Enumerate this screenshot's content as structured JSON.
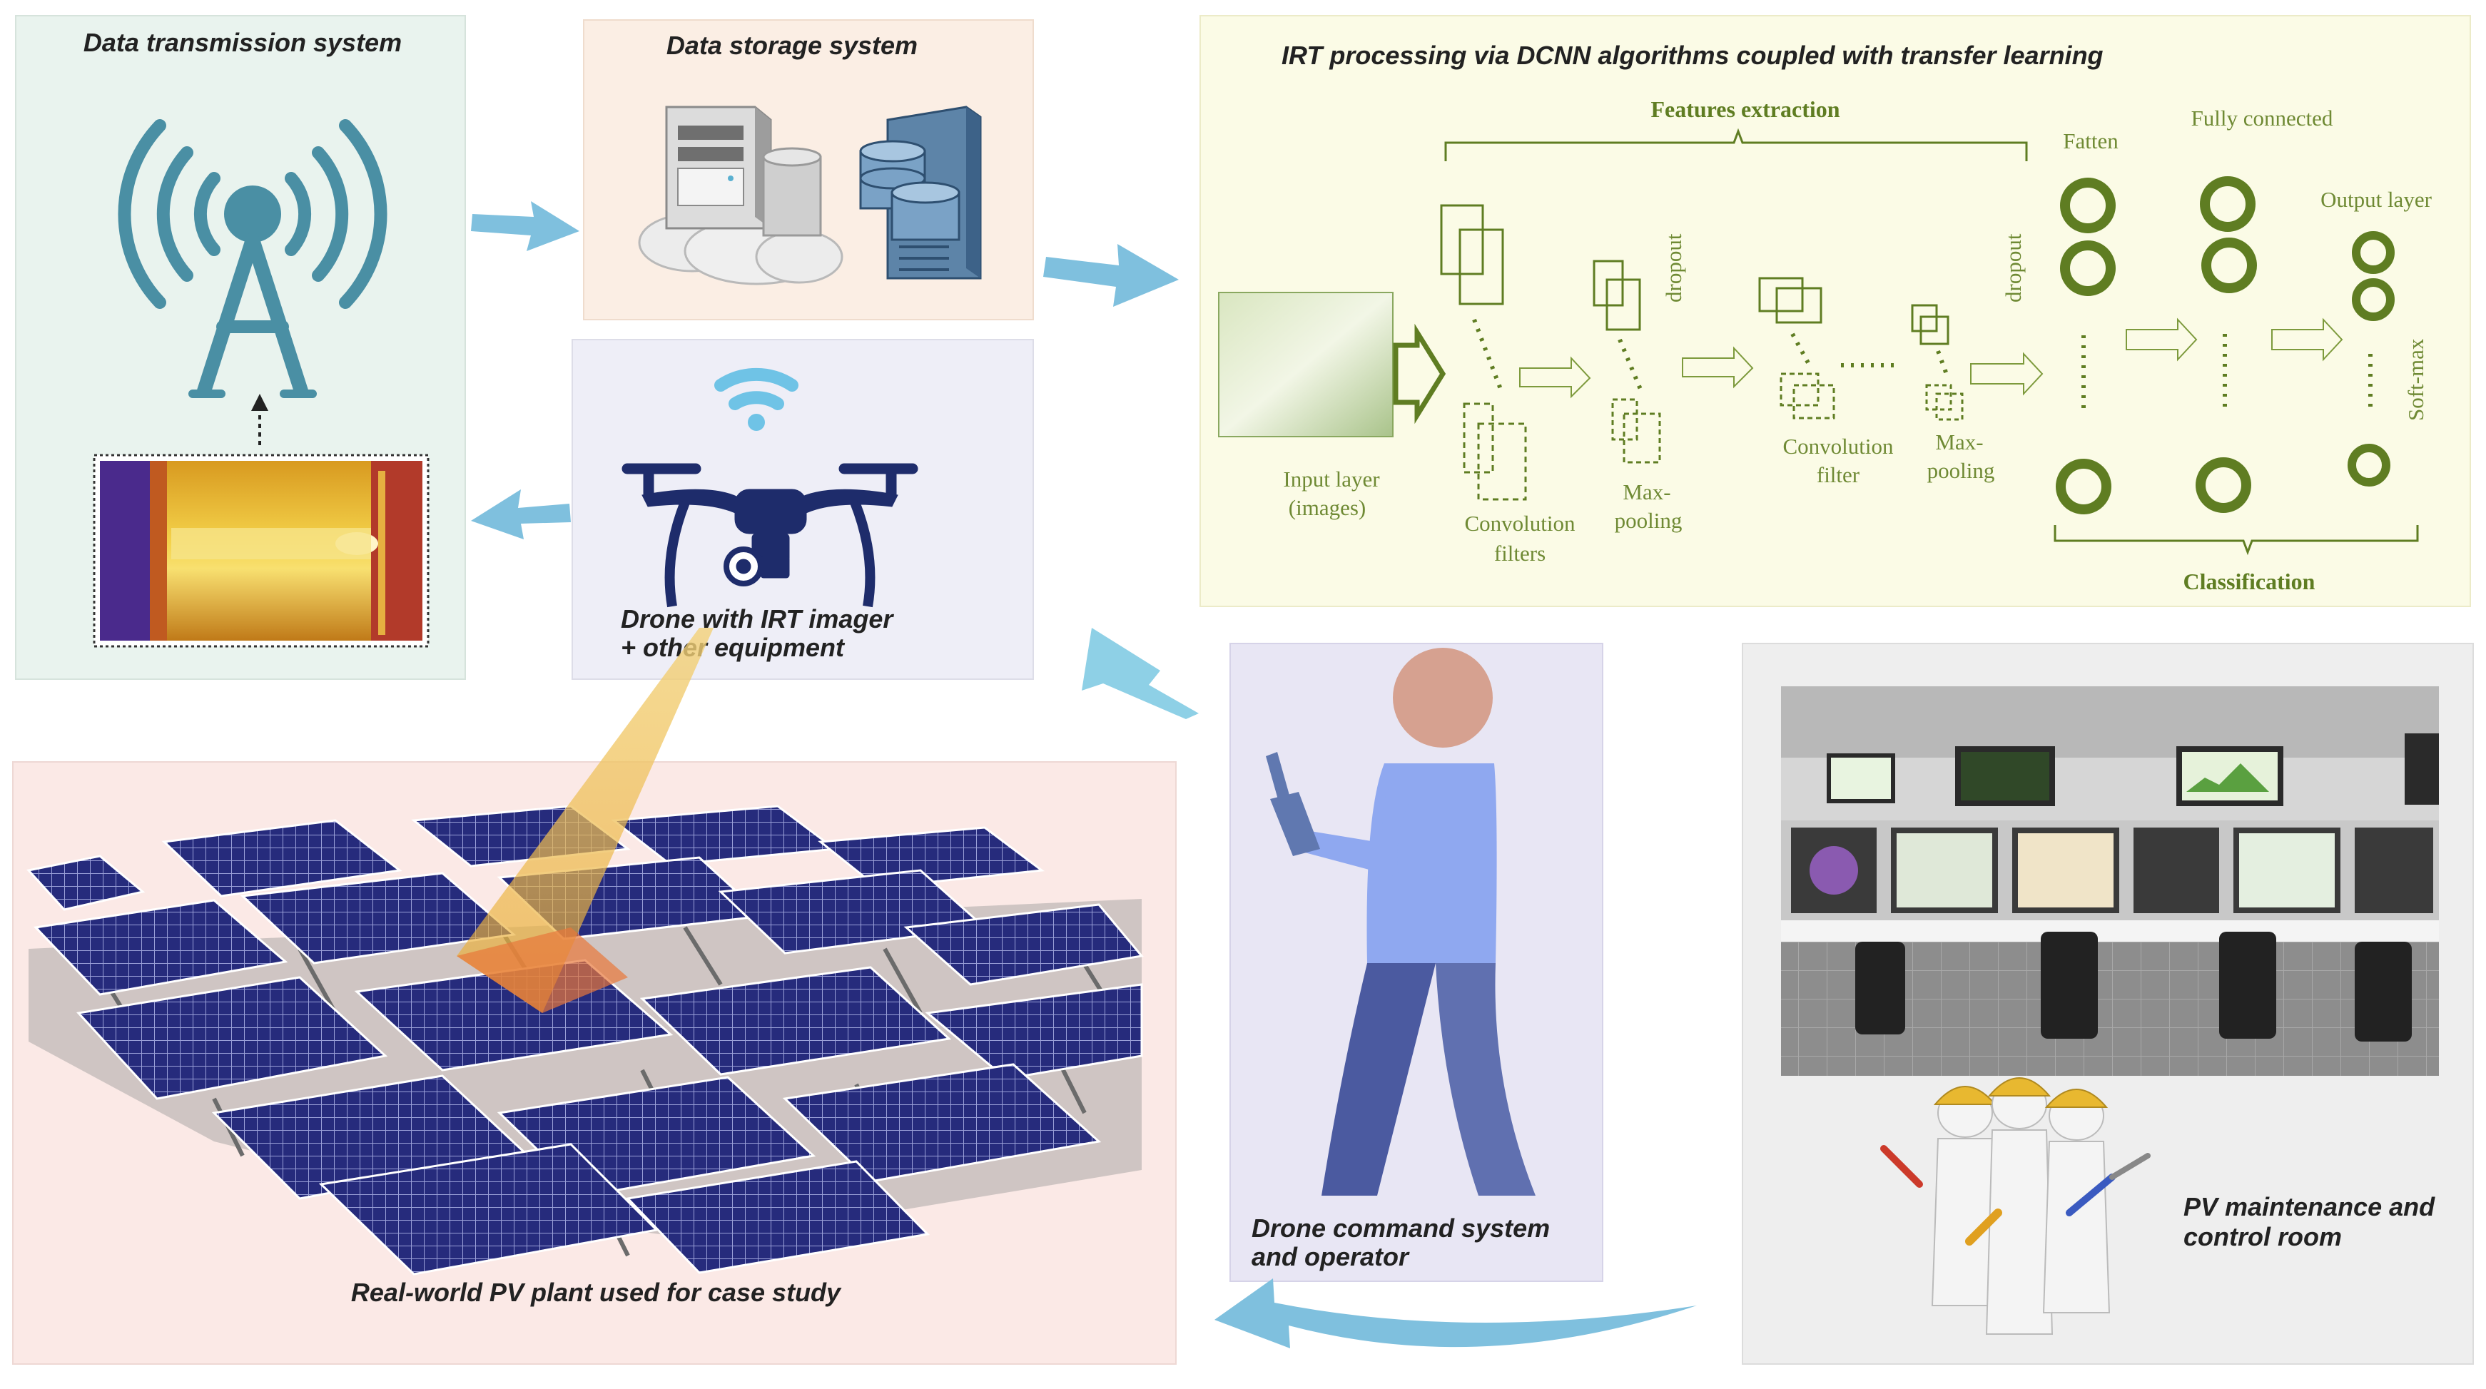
{
  "panels": {
    "transmission": {
      "title": "Data transmission system"
    },
    "storage": {
      "title": "Data storage system"
    },
    "irt": {
      "title": "IRT processing via DCNN algorithms coupled with transfer learning"
    },
    "drone": {
      "caption_line1": "Drone with IRT imager",
      "caption_line2": "+ other equipment"
    },
    "pv_plant": {
      "caption": "Real-world PV plant used for case study"
    },
    "operator": {
      "caption_line1": "Drone command system",
      "caption_line2": "and operator"
    },
    "control_room": {
      "caption_line1": "PV maintenance and",
      "caption_line2": "control room"
    }
  },
  "cnn": {
    "features_extraction": "Features extraction",
    "classification": "Classification",
    "input_layer_line1": "Input layer",
    "input_layer_line2": "(images)",
    "conv_filters_line1": "Convolution",
    "conv_filters_line2": "filters",
    "maxpool1_line1": "Max-",
    "maxpool1_line2": "pooling",
    "conv_filter2_line1": "Convolution",
    "conv_filter2_line2": "filter",
    "maxpool2_line1": "Max-",
    "maxpool2_line2": "pooling",
    "dropout1": "dropout",
    "dropout2": "dropout",
    "flatten": "Fatten",
    "fully_connected": "Fully connected",
    "output_layer": "Output layer",
    "softmax": "Soft-max"
  },
  "colors": {
    "transmission_bg": "#e9f3ee",
    "storage_bg": "#fbeee4",
    "irt_bg": "#fbfbe6",
    "drone_bg": "#eeeef7",
    "pv_bg": "#fbe9e6",
    "operator_bg": "#e8e6f4",
    "control_bg": "#eeeeee",
    "arrow_blue": "#7fc0de",
    "tower_blue": "#4a8fa4",
    "cnn_green": "#5f7d22",
    "drone_navy": "#1e2c6b",
    "panel_navy": "#232a78"
  }
}
